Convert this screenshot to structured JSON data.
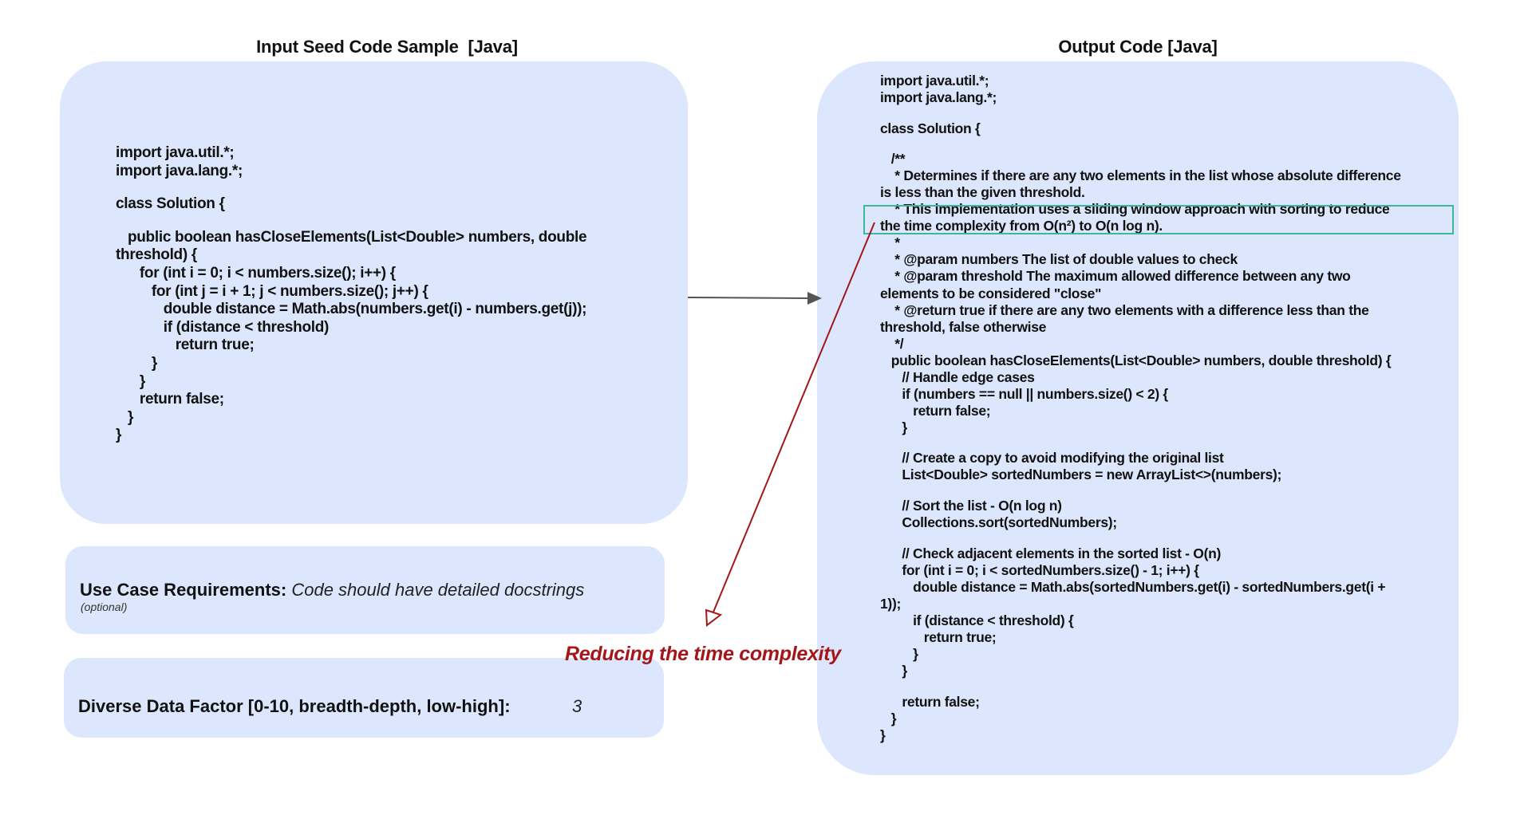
{
  "input_panel": {
    "title": "Input Seed Code Sample  [Java]",
    "code_lines": [
      "import java.util.*;",
      "import java.lang.*;",
      "",
      "class Solution {",
      "",
      "   public boolean hasCloseElements(List<Double> numbers, double",
      "threshold) {",
      "      for (int i = 0; i < numbers.size(); i++) {",
      "         for (int j = i + 1; j < numbers.size(); j++) {",
      "            double distance = Math.abs(numbers.get(i) - numbers.get(j));",
      "            if (distance < threshold)",
      "               return true;",
      "         }",
      "      }",
      "      return false;",
      "   }",
      "}"
    ]
  },
  "output_panel": {
    "title": "Output Code [Java]",
    "code_lines": [
      "import java.util.*;",
      "import java.lang.*;",
      "",
      "class Solution {",
      "",
      "   /**",
      "    * Determines if there are any two elements in the list whose absolute difference",
      "is less than the given threshold.",
      "    * This implementation uses a sliding window approach with sorting to reduce",
      "the time complexity from O(n²) to O(n log n).",
      "    *",
      "    * @param numbers The list of double values to check",
      "    * @param threshold The maximum allowed difference between any two",
      "elements to be considered \"close\"",
      "    * @return true if there are any two elements with a difference less than the",
      "threshold, false otherwise",
      "    */",
      "   public boolean hasCloseElements(List<Double> numbers, double threshold) {",
      "      // Handle edge cases",
      "      if (numbers == null || numbers.size() < 2) {",
      "         return false;",
      "      }",
      "",
      "      // Create a copy to avoid modifying the original list",
      "      List<Double> sortedNumbers = new ArrayList<>(numbers);",
      "",
      "      // Sort the list - O(n log n)",
      "      Collections.sort(sortedNumbers);",
      "",
      "      // Check adjacent elements in the sorted list - O(n)",
      "      for (int i = 0; i < sortedNumbers.size() - 1; i++) {",
      "         double distance = Math.abs(sortedNumbers.get(i) - sortedNumbers.get(i +",
      "1));",
      "         if (distance < threshold) {",
      "            return true;",
      "         }",
      "      }",
      "",
      "      return false;",
      "   }",
      "}"
    ],
    "highlighted_lines": [
      8,
      9
    ]
  },
  "use_case": {
    "label": "Use Case Requirements:",
    "value": "Code should have detailed docstrings",
    "note": "(optional)"
  },
  "diverse_factor": {
    "label": "Diverse Data Factor [0-10, breadth-depth, low-high]:",
    "value": "3"
  },
  "annotation": {
    "text": "Reducing the time complexity"
  },
  "colors": {
    "panel_bg": "#dce6fc",
    "highlight_border": "#3fb59a",
    "annotation_red": "#a4161a",
    "flow_arrow": "#555555"
  }
}
